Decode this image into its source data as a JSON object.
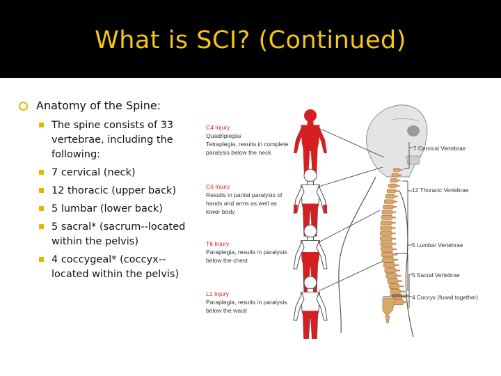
{
  "slide": {
    "title": "What is SCI? (Continued)",
    "heading": "Anatomy of the Spine:",
    "bullets": [
      {
        "text": "The spine consists of 33 vertebrae, including the following:"
      },
      {
        "text": "7 cervical (neck)"
      },
      {
        "text": "12 thoracic (upper back)"
      },
      {
        "text": "5 lumbar (lower back)"
      },
      {
        "text": "5 sacral* (sacrum--located within the pelvis)"
      },
      {
        "text": "4 coccygeal* (coccyx--located within the pelvis)"
      }
    ]
  },
  "figure": {
    "injuries": [
      {
        "name": "C4 Injury",
        "l1": "Quadriplegia/",
        "l2": "Tetraplegia, results in complete",
        "l3": "paralysis below the neck",
        "l4": ""
      },
      {
        "name": "C6 Injury",
        "l1": "Results in partial paralysis of",
        "l2": "hands and arms as well as",
        "l3": "lower body",
        "l4": ""
      },
      {
        "name": "T6 Injury",
        "l1": "Paraplegia, results in paralysis",
        "l2": "below the chest",
        "l3": "",
        "l4": ""
      },
      {
        "name": "L1 Injury",
        "l1": "Paraplegia, results in paralysis",
        "l2": "below the waist",
        "l3": "",
        "l4": ""
      }
    ],
    "vertebrae_labels": [
      "7 Cervical Vertebrae",
      "12 Thoracic Vertebrae",
      "5 Lumbar Vertebrae",
      "5 Sacral Vertebrae",
      "4 Coccyx (fused together)"
    ]
  },
  "colors": {
    "title": "#f5c518",
    "bullet": "#e8b400",
    "injury_label": "#cc2222",
    "paralysis": "#d42020",
    "bone": "#d9a66b"
  }
}
